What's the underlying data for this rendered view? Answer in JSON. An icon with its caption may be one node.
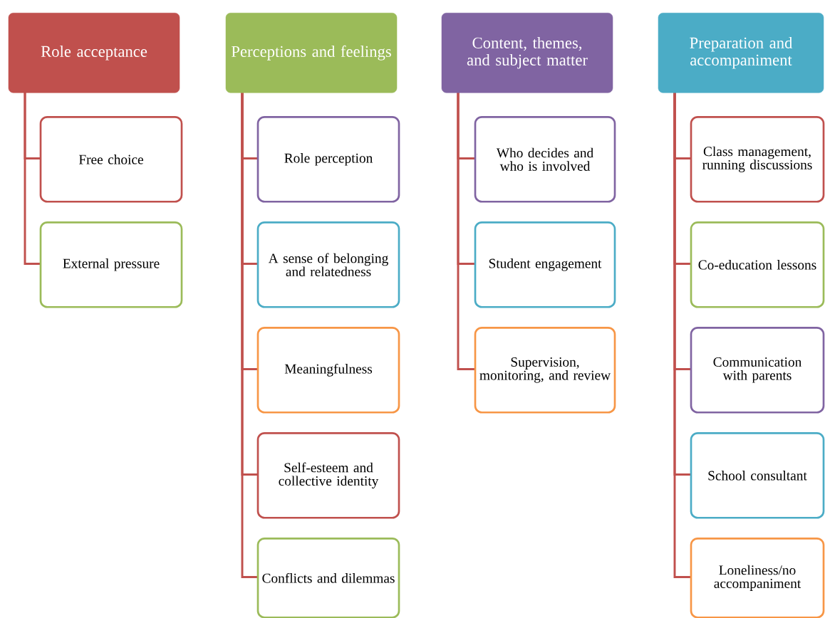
{
  "diagram": {
    "nodes": [
      {
        "text": [
          "Role acceptance"
        ]
      },
      {
        "text": [
          "Free choice"
        ]
      },
      {
        "text": [
          "External pressure"
        ]
      },
      {
        "text": [
          "Perceptions and feelings"
        ]
      },
      {
        "text": [
          "Role perception"
        ]
      },
      {
        "text": [
          "A sense of belonging and relatedness"
        ]
      },
      {
        "text": [
          "Meaningfulness"
        ]
      },
      {
        "text": [
          "Self-esteem and collective identity"
        ]
      },
      {
        "text": [
          "Conflicts and dilemmas"
        ]
      },
      {
        "text": [
          "Content, themes, and subject matter"
        ]
      },
      {
        "text": [
          "Who decides and who is involved"
        ]
      },
      {
        "text": [
          "Student engagement"
        ]
      },
      {
        "text": [
          "Supervision, monitoring, and review"
        ]
      },
      {
        "text": [
          "Preparation and accompaniment"
        ]
      },
      {
        "text": [
          "Class management, running discussions"
        ]
      },
      {
        "text": [
          "Co-education lessons"
        ]
      },
      {
        "text": [
          "Communication with parents"
        ]
      },
      {
        "text": [
          "School consultant"
        ]
      },
      {
        "text": [
          "Loneliness/no accompaniment"
        ]
      }
    ],
    "edges": [
      {
        "from": 0,
        "to": 1,
        "arrow": "none"
      },
      {
        "from": 0,
        "to": 2,
        "arrow": "none"
      },
      {
        "from": 3,
        "to": 4,
        "arrow": "none"
      },
      {
        "from": 3,
        "to": 5,
        "arrow": "none"
      },
      {
        "from": 3,
        "to": 6,
        "arrow": "none"
      },
      {
        "from": 3,
        "to": 7,
        "arrow": "none"
      },
      {
        "from": 3,
        "to": 8,
        "arrow": "none"
      },
      {
        "from": 9,
        "to": 10,
        "arrow": "none"
      },
      {
        "from": 9,
        "to": 11,
        "arrow": "none"
      },
      {
        "from": 9,
        "to": 12,
        "arrow": "none"
      },
      {
        "from": 13,
        "to": 14,
        "arrow": "none"
      },
      {
        "from": 13,
        "to": 15,
        "arrow": "none"
      },
      {
        "from": 13,
        "to": 16,
        "arrow": "none"
      },
      {
        "from": 13,
        "to": 17,
        "arrow": "none"
      },
      {
        "from": 13,
        "to": 18,
        "arrow": "none"
      }
    ]
  }
}
